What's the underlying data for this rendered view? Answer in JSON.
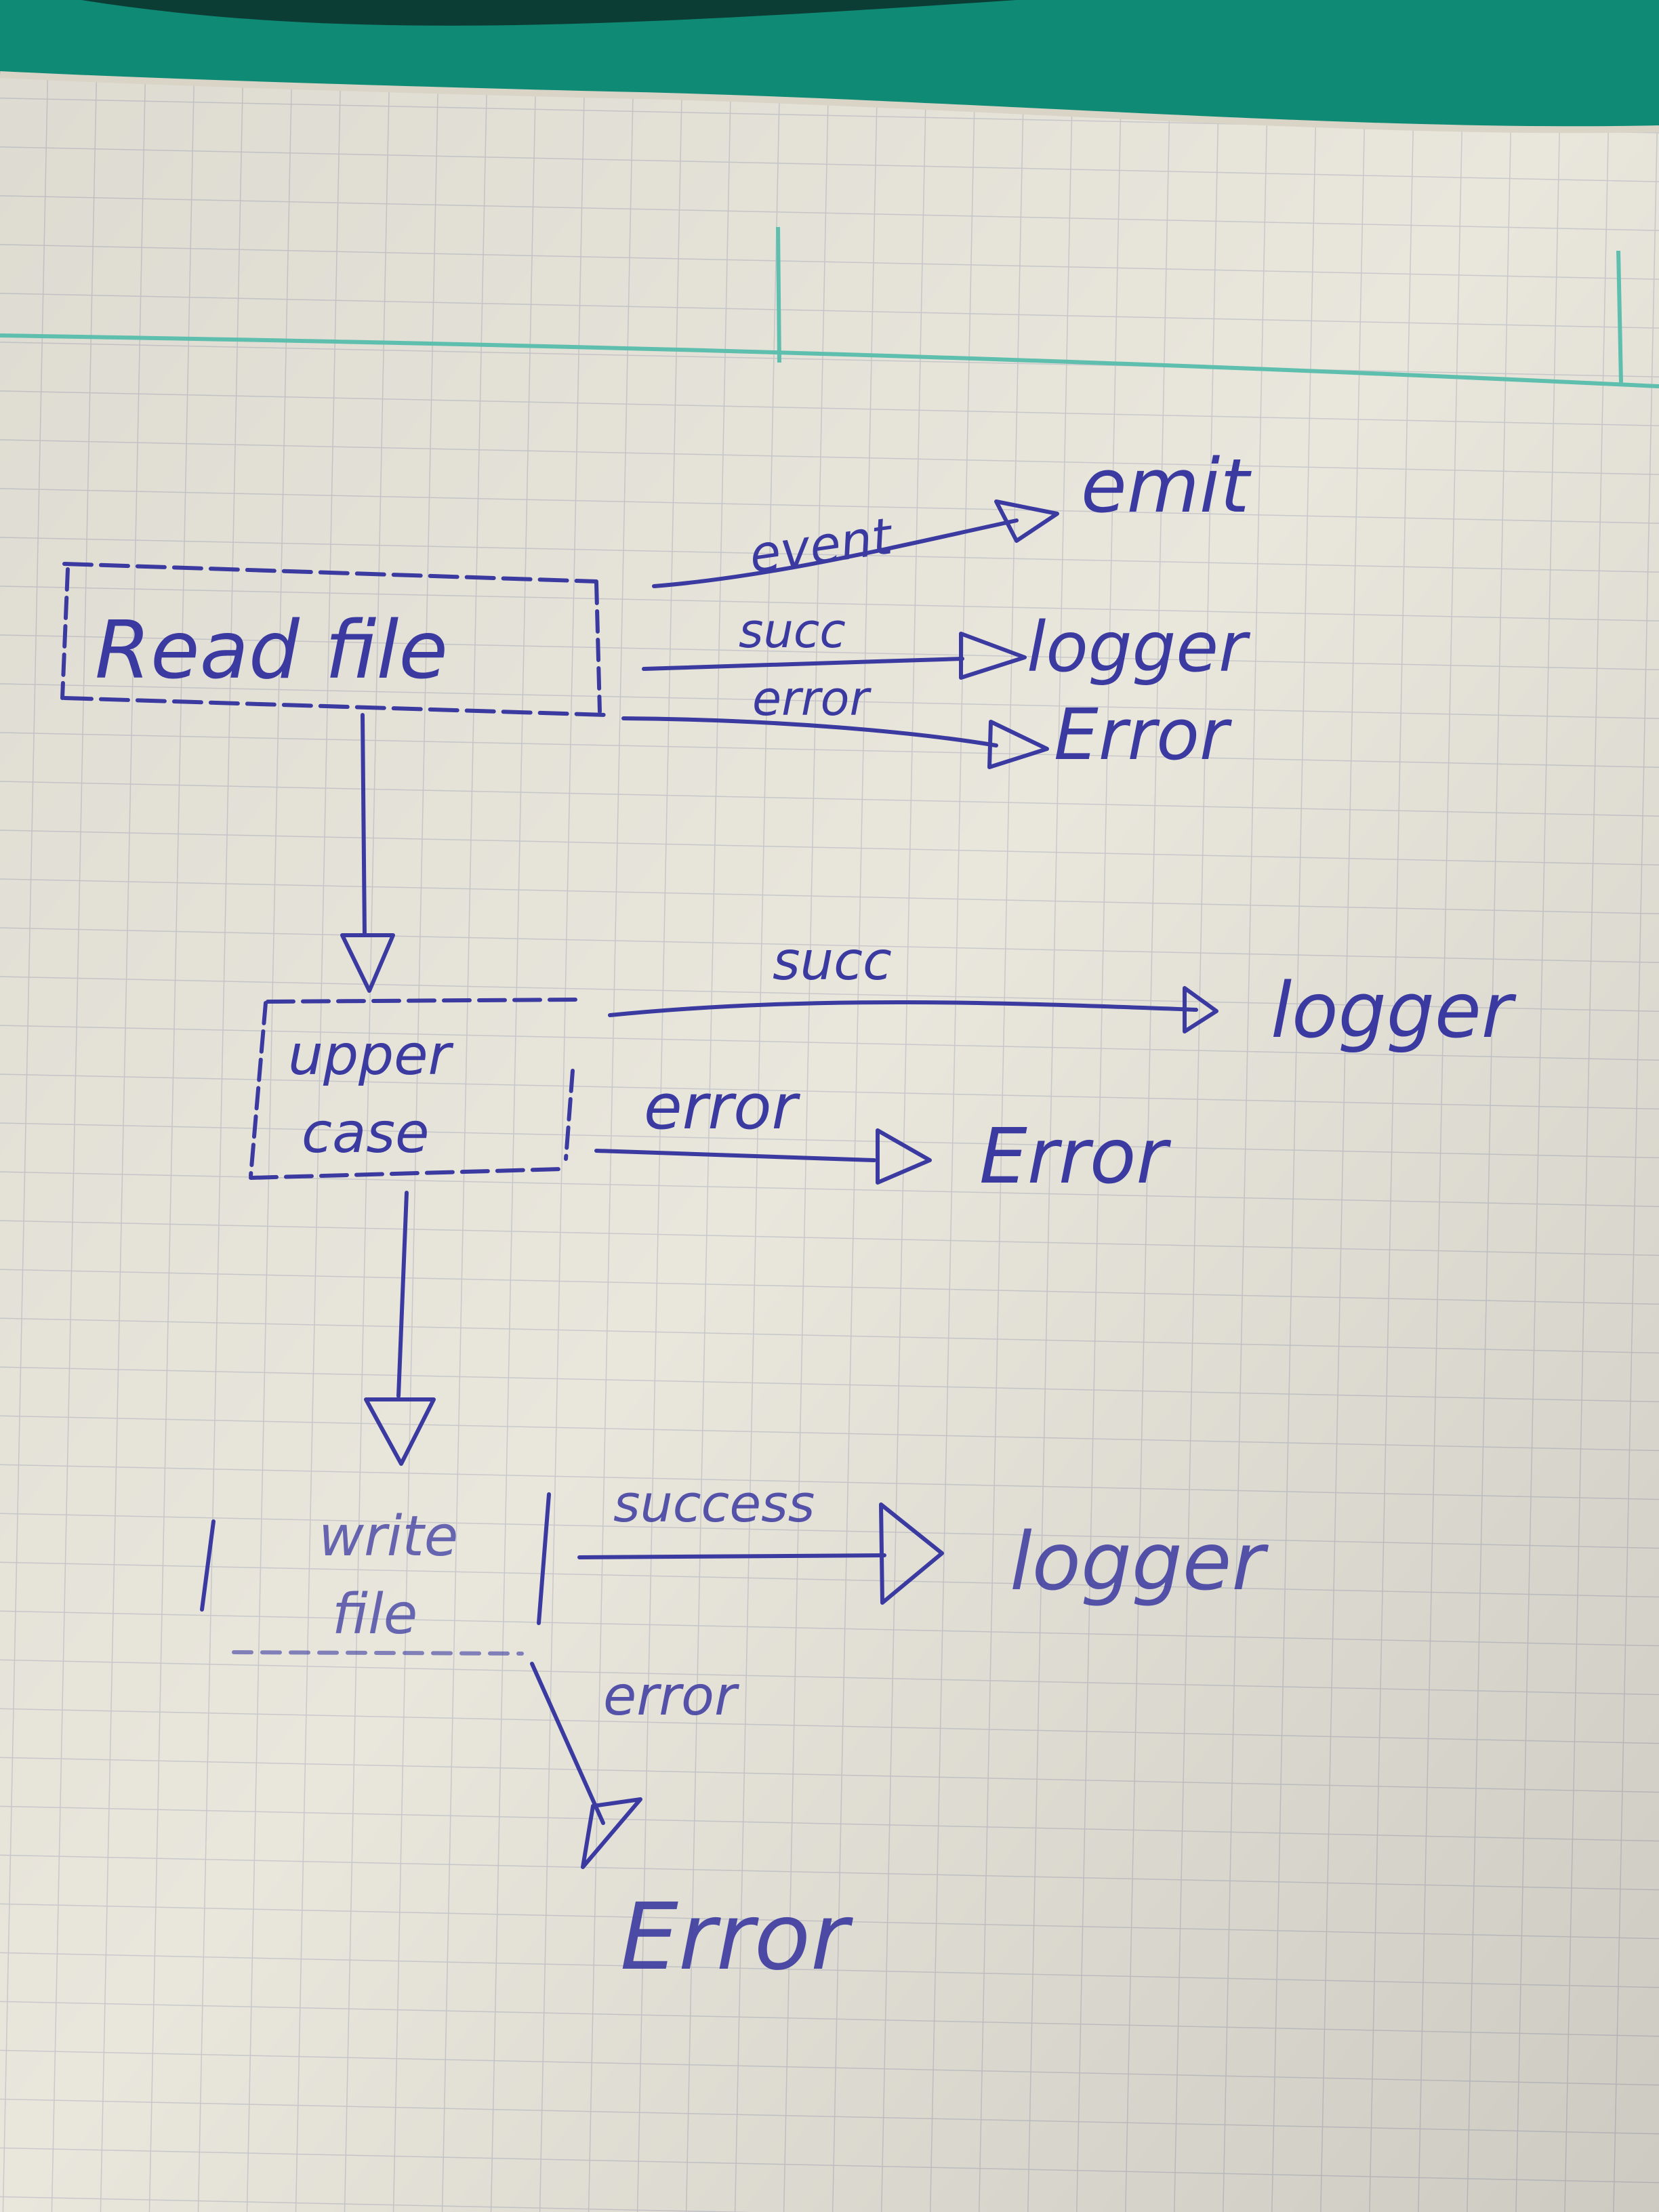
{
  "colors": {
    "ink": "#3b3aa0",
    "paper": "#e9e6dc",
    "grid": "#c9c9cc",
    "margin_line": "#5fbfae",
    "cover": "#0f8a75"
  },
  "nodes": {
    "read_file": "Read file",
    "upper_case_line1": "upper",
    "upper_case_line2": "case",
    "write_file_line1": "write",
    "write_file_line2": "file"
  },
  "edge_labels": {
    "read_event": "event",
    "read_succ": "succ",
    "read_error": "error",
    "upper_succ": "succ",
    "upper_error": "error",
    "write_success": "success",
    "write_error": "error"
  },
  "targets": {
    "read_emit": "emit",
    "read_logger": "logger",
    "read_error": "Error",
    "upper_logger": "logger",
    "upper_error": "Error",
    "write_logger": "logger",
    "write_error": "Error"
  }
}
